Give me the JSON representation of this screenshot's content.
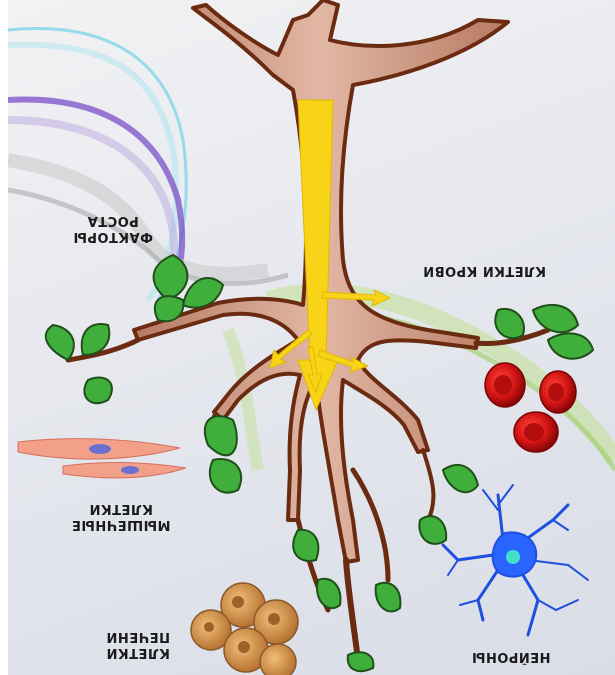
{
  "labels": {
    "growth_factors": "ФАКТОРЫ РОСТА",
    "blood_cells": "КЛЕТКИ КРОВИ",
    "muscle_cells": "МЫШЕЧНЫЕ КЛЕТКИ",
    "liver_cells": "КЛЕТКИ ПЕЧЕНИ",
    "neurons": "НЕЙРОНЫ"
  },
  "colors": {
    "trunk": "#c58f7a",
    "trunk_outline": "#6b2b10",
    "arrow": "#f7d417",
    "leaf": "#3fae3a",
    "blood_cell": "#d81818",
    "muscle_cell": "#f2a08a",
    "neuron": "#1f4fe0",
    "liver_cell": "#d99a4e"
  }
}
